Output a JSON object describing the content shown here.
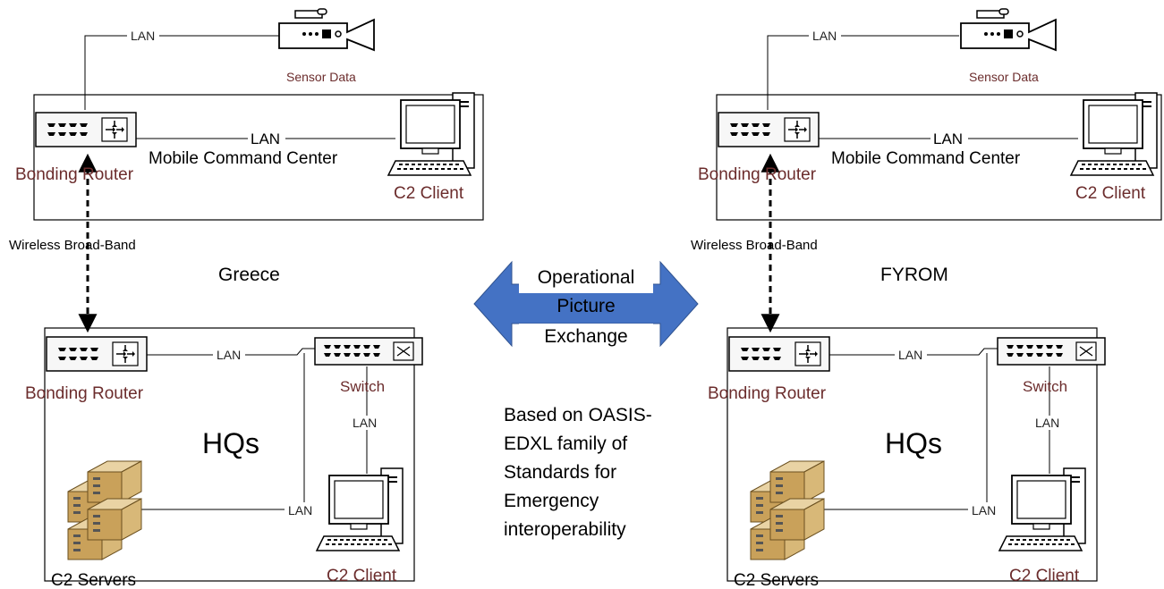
{
  "arrow": {
    "lines": [
      "Operational",
      "Picture",
      "Exchange"
    ],
    "color": "#4472c4"
  },
  "note": {
    "lines": [
      "Based on OASIS-",
      "EDXL family of",
      "Standards for",
      "Emergency",
      "interoperability"
    ]
  },
  "colors": {
    "device_label": "#6b2c2c",
    "text": "#000000",
    "line": "#000000"
  },
  "regions": [
    {
      "name": "Greece",
      "sensor_label": "Sensor Data",
      "lan_label": "LAN",
      "wireless_label": "Wireless Broad-Band",
      "mobile_center": {
        "title": "Mobile Command Center",
        "router_label": "Bonding Router",
        "client_label": "C2 Client"
      },
      "hq": {
        "title": "HQs",
        "router_label": "Bonding Router",
        "switch_label": "Switch",
        "client_label": "C2 Client",
        "servers_label": "C2 Servers"
      }
    },
    {
      "name": "FYROM",
      "sensor_label": "Sensor Data",
      "lan_label": "LAN",
      "wireless_label": "Wireless Broad-Band",
      "mobile_center": {
        "title": "Mobile Command Center",
        "router_label": "Bonding Router",
        "client_label": "C2 Client"
      },
      "hq": {
        "title": "HQs",
        "router_label": "Bonding Router",
        "switch_label": "Switch",
        "client_label": "C2 Client",
        "servers_label": "C2 Servers"
      }
    }
  ]
}
